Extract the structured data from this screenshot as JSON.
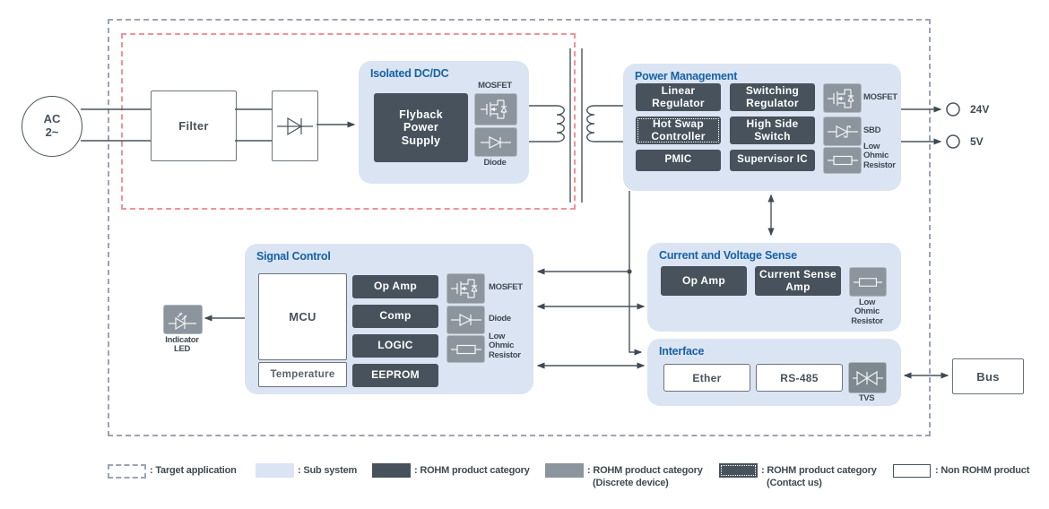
{
  "ac_source": {
    "line1": "AC",
    "line2": "2~"
  },
  "filter": {
    "label": "Filter"
  },
  "isolated_dcdc": {
    "title": "Isolated DC/DC",
    "flyback": "Flyback\nPower\nSupply",
    "mosfet_label": "MOSFET",
    "diode_label": "Diode"
  },
  "power_management": {
    "title": "Power Management",
    "linear_regulator": "Linear\nRegulator",
    "switching_regulator": "Switching\nRegulator",
    "hot_swap_controller": "Hot Swap\nController",
    "high_side_switch": "High Side\nSwitch",
    "pmic": "PMIC",
    "supervisor_ic": "Supervisor IC",
    "mosfet_label": "MOSFET",
    "sbd_label": "SBD",
    "low_ohmic_label": "Low\nOhmic\nResistor"
  },
  "outputs": {
    "v24": "24V",
    "v5": "5V"
  },
  "signal_control": {
    "title": "Signal Control",
    "mcu": "MCU",
    "temperature": "Temperature",
    "op_amp": "Op Amp",
    "comp": "Comp",
    "logic": "LOGIC",
    "eeprom": "EEPROM",
    "mosfet_label": "MOSFET",
    "diode_label": "Diode",
    "low_ohmic_label": "Low\nOhmic\nResistor"
  },
  "indicator_led": {
    "label": "Indicator\nLED"
  },
  "current_voltage_sense": {
    "title": "Current and Voltage Sense",
    "op_amp": "Op Amp",
    "current_sense_amp": "Current Sense\nAmp",
    "low_ohmic_label": "Low\nOhmic\nResistor"
  },
  "interface": {
    "title": "Interface",
    "ether": "Ether",
    "rs485": "RS-485",
    "tvs_label": "TVS"
  },
  "bus": {
    "label": "Bus"
  },
  "legend": {
    "target": {
      "label": ": Target application"
    },
    "subsystem": {
      "label": ": Sub system"
    },
    "rohm": {
      "label": ": ROHM product category"
    },
    "discrete": {
      "label": ": ROHM product category",
      "sublabel": "(Discrete device)"
    },
    "contact": {
      "label": ": ROHM product category",
      "sublabel": "(Contact us)"
    },
    "non_rohm": {
      "label": ": Non ROHM product"
    }
  },
  "colors": {
    "subsystem_blue": "#dbe4f2",
    "rohm_dark": "#47525c",
    "discrete_gray": "#8c959d",
    "title_blue": "#1762a5",
    "target_dash": "#9da3b5",
    "primary_dash": "#ef9399"
  }
}
